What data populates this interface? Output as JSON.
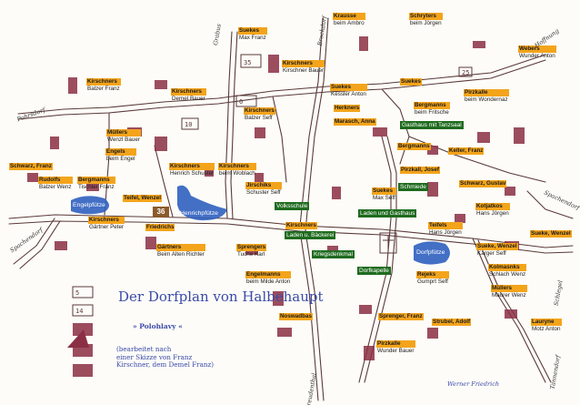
{
  "title": "Der Dorfplan von Halbehaupt",
  "subtitle": "» Polohlavy «",
  "note_lines": [
    "(bearbeitet nach",
    "einer Skizze von Franz",
    "Kirschner, dem Demel Franz)"
  ],
  "signature": "Werner Friedrich",
  "marker_number": "36",
  "colors": {
    "house_label": "#f3a41b",
    "landmark": "#1f6b1f",
    "pond": "#2f5fbf",
    "house_fill": "#8b2f44",
    "legend_text": "#3a4aa8"
  },
  "labels": [
    {
      "name": "Suekes",
      "sub": "Max Franz"
    },
    {
      "name": "Krausse",
      "sub": "beim Ambro"
    },
    {
      "name": "Schryters",
      "sub": "beim Jörgen"
    },
    {
      "name": "Webers",
      "sub": "Wunder Anton"
    },
    {
      "name": "Kirschners",
      "sub": "Balzer Franz"
    },
    {
      "name": "Kirschners",
      "sub": "Demel Bauer"
    },
    {
      "name": "Kirschners",
      "sub": "Kirschner Bauer"
    },
    {
      "name": "Suekes",
      "sub": "Kessler Anton"
    },
    {
      "name": "Suekes",
      "sub": ""
    },
    {
      "name": "Bergmanns",
      "sub": "beim Fritsche"
    },
    {
      "name": "Pirzkalle",
      "sub": "beim Wondernaz"
    },
    {
      "name": "Kirschners",
      "sub": "Balzer Seff"
    },
    {
      "name": "Herkners",
      "sub": ""
    },
    {
      "name": "Marasch, Anna",
      "sub": ""
    },
    {
      "name": "Müllers",
      "sub": "Wenzl Bauer"
    },
    {
      "name": "Engels",
      "sub": "beim Engel"
    },
    {
      "name": "Bergmanns",
      "sub": ""
    },
    {
      "name": "Keller, Franz",
      "sub": ""
    },
    {
      "name": "Schwarz, Franz",
      "sub": ""
    },
    {
      "name": "Kirschners",
      "sub": "Henrich Schuster"
    },
    {
      "name": "Kirschners",
      "sub": "beim Woblach"
    },
    {
      "name": "Pirzkall, Josef",
      "sub": ""
    },
    {
      "name": "Rudolfs",
      "sub": "Balzer Wenz"
    },
    {
      "name": "Bergmanns",
      "sub": "Tischler Franz"
    },
    {
      "name": "Jirschiks",
      "sub": "Schuster Seff"
    },
    {
      "name": "Schwarz, Gustav",
      "sub": ""
    },
    {
      "name": "Suekes",
      "sub": "Max Seff"
    },
    {
      "name": "Teifel, Wenzel",
      "sub": ""
    },
    {
      "name": "Kotjatkos",
      "sub": "Hans Jörgen"
    },
    {
      "name": "Kirschners",
      "sub": "Gärtner Peter"
    },
    {
      "name": "Friedrichs",
      "sub": ""
    },
    {
      "name": "Kirschners",
      "sub": ""
    },
    {
      "name": "Teifels",
      "sub": "Hans Jörgen"
    },
    {
      "name": "Gärtners",
      "sub": "Beim Alten Richter"
    },
    {
      "name": "Sprengers",
      "sub": "Tuche Karl"
    },
    {
      "name": "Sueke, Wenzel",
      "sub": ""
    },
    {
      "name": "Sueke, Wenzel",
      "sub": "Karger Seff"
    },
    {
      "name": "Engelmanns",
      "sub": "beim Milde Anton"
    },
    {
      "name": "Rejeks",
      "sub": "Gumprt Seff"
    },
    {
      "name": "Kolmasnks",
      "sub": "Schlach Wenz"
    },
    {
      "name": "Müllers",
      "sub": "Maurer Wenz"
    },
    {
      "name": "Noswadbas",
      "sub": ""
    },
    {
      "name": "Sprenger, Franz",
      "sub": ""
    },
    {
      "name": "Strubel, Adolf",
      "sub": ""
    },
    {
      "name": "Lauryne",
      "sub": "Motz Anton"
    },
    {
      "name": "Pirzkalle",
      "sub": "Wunder Bauer"
    }
  ],
  "landmarks": [
    "Gasthaus mit Tanzsaal",
    "Schmiede",
    "Laden und Gasthaus",
    "Volksschule",
    "Laden u. Bäckerei",
    "Kriegsdenkmal",
    "Dorfkapelle"
  ],
  "ponds": [
    "Engelpfütze",
    "Henrichpfütze",
    "Dorfpfütze"
  ],
  "roads": [
    "Pohrsdorf",
    "Spachendorf",
    "Grabus",
    "Brockdorf",
    "Hoffnung",
    "Spachendorf",
    "Schlegel",
    "Tannendorf",
    "Freudenthal"
  ]
}
